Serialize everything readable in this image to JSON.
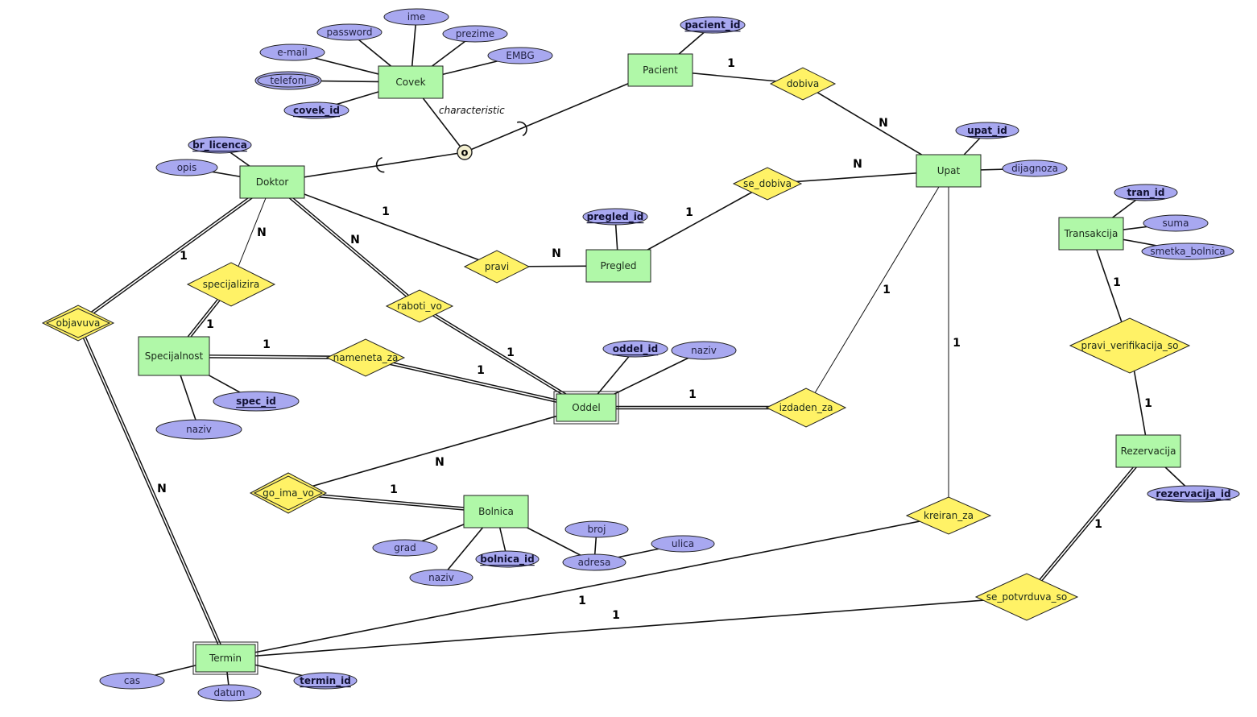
{
  "diagram": {
    "type": "entity-relationship",
    "entities": [
      {
        "id": "Covek",
        "label": "Covek",
        "weak": false
      },
      {
        "id": "Pacient",
        "label": "Pacient",
        "weak": false
      },
      {
        "id": "Doktor",
        "label": "Doktor",
        "weak": false
      },
      {
        "id": "Upat",
        "label": "Upat",
        "weak": false
      },
      {
        "id": "Pregled",
        "label": "Pregled",
        "weak": false
      },
      {
        "id": "Transakcija",
        "label": "Transakcija",
        "weak": false
      },
      {
        "id": "Specijalnost",
        "label": "Specijalnost",
        "weak": false
      },
      {
        "id": "Oddel",
        "label": "Oddel",
        "weak": true
      },
      {
        "id": "Bolnica",
        "label": "Bolnica",
        "weak": false
      },
      {
        "id": "Rezervacija",
        "label": "Rezervacija",
        "weak": false
      },
      {
        "id": "Termin",
        "label": "Termin",
        "weak": true
      }
    ],
    "relationships": [
      {
        "id": "dobiva",
        "label": "dobiva",
        "identifying": false
      },
      {
        "id": "se_dobiva",
        "label": "se_dobiva",
        "identifying": false
      },
      {
        "id": "pravi",
        "label": "pravi",
        "identifying": false
      },
      {
        "id": "specijalizira",
        "label": "specijalizira",
        "identifying": false
      },
      {
        "id": "raboti_vo",
        "label": "raboti_vo",
        "identifying": false
      },
      {
        "id": "objavuva",
        "label": "objavuva",
        "identifying": true
      },
      {
        "id": "nameneta_za",
        "label": "nameneta_za",
        "identifying": false
      },
      {
        "id": "izdaden_za",
        "label": "izdaden_za",
        "identifying": false
      },
      {
        "id": "go_ima_vo",
        "label": "go_ima_vo",
        "identifying": true
      },
      {
        "id": "kreiran_za",
        "label": "kreiran_za",
        "identifying": false
      },
      {
        "id": "pravi_verifikacija_so",
        "label": "pravi_verifikacija_so",
        "identifying": false
      },
      {
        "id": "se_potvrduva_so",
        "label": "se_potvrduva_so",
        "identifying": false
      }
    ],
    "attributes": [
      {
        "id": "covek_ime",
        "label": "ime",
        "owner": "Covek",
        "key": false,
        "multivalued": false
      },
      {
        "id": "covek_password",
        "label": "password",
        "owner": "Covek",
        "key": false,
        "multivalued": false
      },
      {
        "id": "covek_prezime",
        "label": "prezime",
        "owner": "Covek",
        "key": false,
        "multivalued": false
      },
      {
        "id": "covek_email",
        "label": "e-mail",
        "owner": "Covek",
        "key": false,
        "multivalued": false
      },
      {
        "id": "covek_embg",
        "label": "EMBG",
        "owner": "Covek",
        "key": false,
        "multivalued": false
      },
      {
        "id": "covek_telefoni",
        "label": "telefoni",
        "owner": "Covek",
        "key": false,
        "multivalued": true
      },
      {
        "id": "covek_id",
        "label": "covek_id",
        "owner": "Covek",
        "key": true,
        "multivalued": false
      },
      {
        "id": "pacient_id",
        "label": "pacient_id",
        "owner": "Pacient",
        "key": true,
        "multivalued": false
      },
      {
        "id": "br_licenca",
        "label": "br_licenca",
        "owner": "Doktor",
        "key": true,
        "multivalued": false
      },
      {
        "id": "doktor_opis",
        "label": "opis",
        "owner": "Doktor",
        "key": false,
        "multivalued": false
      },
      {
        "id": "upat_id",
        "label": "upat_id",
        "owner": "Upat",
        "key": true,
        "multivalued": false
      },
      {
        "id": "upat_dijagnoza",
        "label": "dijagnoza",
        "owner": "Upat",
        "key": false,
        "multivalued": false
      },
      {
        "id": "pregled_id",
        "label": "pregled_id",
        "owner": "Pregled",
        "key": true,
        "multivalued": false
      },
      {
        "id": "tran_id",
        "label": "tran_id",
        "owner": "Transakcija",
        "key": true,
        "multivalued": false
      },
      {
        "id": "tran_suma",
        "label": "suma",
        "owner": "Transakcija",
        "key": false,
        "multivalued": false
      },
      {
        "id": "tran_smetka",
        "label": "smetka_bolnica",
        "owner": "Transakcija",
        "key": false,
        "multivalued": false
      },
      {
        "id": "spec_id",
        "label": "spec_id",
        "owner": "Specijalnost",
        "key": true,
        "multivalued": false
      },
      {
        "id": "spec_naziv",
        "label": "naziv",
        "owner": "Specijalnost",
        "key": false,
        "multivalued": false
      },
      {
        "id": "oddel_id",
        "label": "oddel_id",
        "owner": "Oddel",
        "key": true,
        "multivalued": false
      },
      {
        "id": "oddel_naziv",
        "label": "naziv",
        "owner": "Oddel",
        "key": false,
        "multivalued": false
      },
      {
        "id": "bolnica_grad",
        "label": "grad",
        "owner": "Bolnica",
        "key": false,
        "multivalued": false
      },
      {
        "id": "bolnica_naziv",
        "label": "naziv",
        "owner": "Bolnica",
        "key": false,
        "multivalued": false
      },
      {
        "id": "bolnica_id",
        "label": "bolnica_id",
        "owner": "Bolnica",
        "key": true,
        "multivalued": false
      },
      {
        "id": "bolnica_adresa",
        "label": "adresa",
        "owner": "Bolnica",
        "key": false,
        "multivalued": false
      },
      {
        "id": "adresa_broj",
        "label": "broj",
        "owner": "bolnica_adresa",
        "key": false,
        "multivalued": false
      },
      {
        "id": "adresa_ulica",
        "label": "ulica",
        "owner": "bolnica_adresa",
        "key": false,
        "multivalued": false
      },
      {
        "id": "rezervacija_id",
        "label": "rezervacija_id",
        "owner": "Rezervacija",
        "key": true,
        "multivalued": false
      },
      {
        "id": "termin_cas",
        "label": "cas",
        "owner": "Termin",
        "key": false,
        "multivalued": false
      },
      {
        "id": "termin_datum",
        "label": "datum",
        "owner": "Termin",
        "key": false,
        "multivalued": false
      },
      {
        "id": "termin_id",
        "label": "termin_id",
        "owner": "Termin",
        "key": true,
        "multivalued": false
      }
    ],
    "specialization": {
      "parent": "Covek",
      "children": [
        "Pacient",
        "Doktor"
      ],
      "symbol": "o",
      "note": "characteristic"
    },
    "connections": [
      {
        "from": "Pacient",
        "to": "dobiva",
        "card": "1",
        "total": false
      },
      {
        "from": "dobiva",
        "to": "Upat",
        "card": "N",
        "total": false
      },
      {
        "from": "se_dobiva",
        "to": "Upat",
        "card": "N",
        "total": false
      },
      {
        "from": "Pregled",
        "to": "se_dobiva",
        "card": "1",
        "total": false
      },
      {
        "from": "Doktor",
        "to": "pravi",
        "card": "1",
        "total": false
      },
      {
        "from": "pravi",
        "to": "Pregled",
        "card": "N",
        "total": false
      },
      {
        "from": "Doktor",
        "to": "specijalizira",
        "card": "N",
        "total": false
      },
      {
        "from": "specijalizira",
        "to": "Specijalnost",
        "card": "1",
        "total": true
      },
      {
        "from": "Doktor",
        "to": "raboti_vo",
        "card": "N",
        "total": true
      },
      {
        "from": "raboti_vo",
        "to": "Oddel",
        "card": "1",
        "total": true
      },
      {
        "from": "Doktor",
        "to": "objavuva",
        "card": "1",
        "total": true
      },
      {
        "from": "objavuva",
        "to": "Termin",
        "card": "N",
        "total": true
      },
      {
        "from": "Specijalnost",
        "to": "nameneta_za",
        "card": "1",
        "total": true
      },
      {
        "from": "nameneta_za",
        "to": "Oddel",
        "card": "1",
        "total": true
      },
      {
        "from": "Oddel",
        "to": "izdaden_za",
        "card": "1",
        "total": true
      },
      {
        "from": "izdaden_za",
        "to": "Upat",
        "card": "1",
        "total": false
      },
      {
        "from": "Oddel",
        "to": "go_ima_vo",
        "card": "N",
        "total": false
      },
      {
        "from": "go_ima_vo",
        "to": "Bolnica",
        "card": "1",
        "total": true
      },
      {
        "from": "Upat",
        "to": "kreiran_za",
        "card": "1",
        "total": false
      },
      {
        "from": "kreiran_za",
        "to": "Termin",
        "card": "1",
        "total": false
      },
      {
        "from": "Transakcija",
        "to": "pravi_verifikacija_so",
        "card": "1",
        "total": false
      },
      {
        "from": "pravi_verifikacija_so",
        "to": "Rezervacija",
        "card": "1",
        "total": false
      },
      {
        "from": "Rezervacija",
        "to": "se_potvrduva_so",
        "card": "1",
        "total": true
      },
      {
        "from": "se_potvrduva_so",
        "to": "Termin",
        "card": "1",
        "total": false
      }
    ]
  }
}
